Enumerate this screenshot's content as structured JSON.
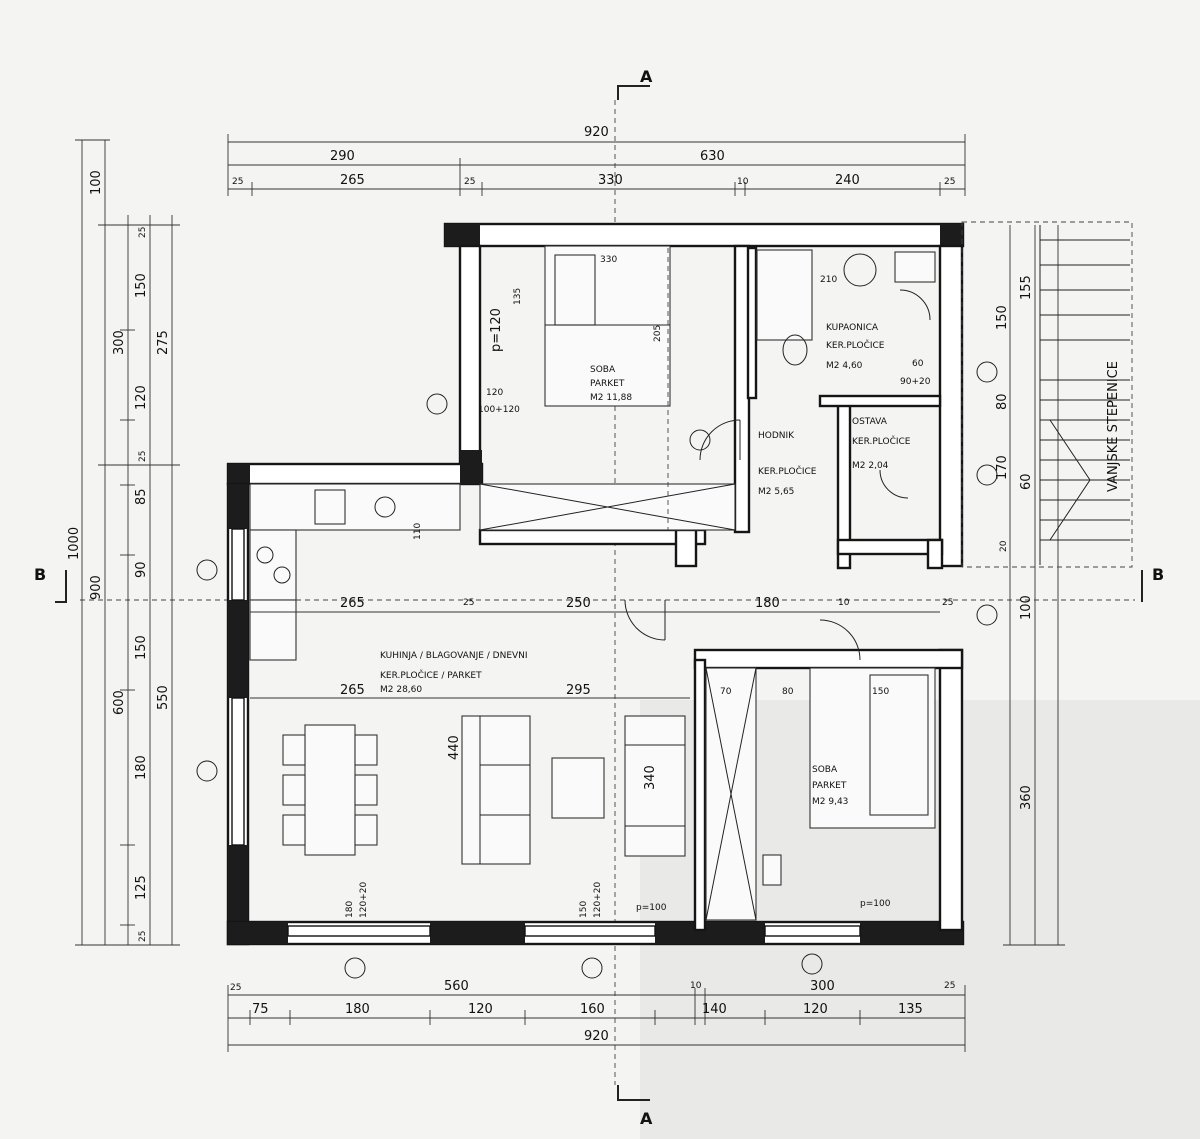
{
  "sections": {
    "a": "A",
    "b": "B"
  },
  "rooms": {
    "bedroom1": {
      "name": "SOBA",
      "floor": "PARKET",
      "area": "M2 11,88"
    },
    "bathroom": {
      "name": "KUPAONICA",
      "floor": "KER.PLOČICE",
      "area": "M2 4,60"
    },
    "storage": {
      "name": "OSTAVA",
      "floor": "KER.PLOČICE",
      "area": "M2 2,04"
    },
    "hall": {
      "name": "HODNIK",
      "floor": "KER.PLOČICE",
      "area": "M2 5,65"
    },
    "living": {
      "name": "KUHINJA / BLAGOVANJE / DNEVNI",
      "floor": "KER.PLOČICE / PARKET",
      "area": "M2 28,60"
    },
    "bedroom2": {
      "name": "SOBA",
      "floor": "PARKET",
      "area": "M2 9,43"
    }
  },
  "stairs_label": "VANJSKE STEPENICE",
  "dims": {
    "top_total": "920",
    "top_a": "290",
    "top_b": "630",
    "top_c1": "25",
    "top_c2": "265",
    "top_c3": "25",
    "top_c4": "330",
    "top_c5": "10",
    "top_c6": "240",
    "top_c7": "25",
    "bot_total": "920",
    "bot_a": "560",
    "bot_b": "10",
    "bot_c": "300",
    "bot_d": "25",
    "bot_e1": "25",
    "bot_e2": "75",
    "bot_e3": "180",
    "bot_e4": "120",
    "bot_e5": "160",
    "bot_e6": "140",
    "bot_e7": "120",
    "bot_e8": "135",
    "left_total": "1000",
    "left_a": "100",
    "left_b": "900",
    "left_c": "300",
    "left_d": "600",
    "left_e1": "25",
    "left_e2": "150",
    "left_e3": "120",
    "left_e4": "25",
    "left_e5": "85",
    "left_e6": "90",
    "left_e7": "150",
    "left_e8": "180",
    "left_e9": "125",
    "left_e10": "25",
    "left_f1": "275",
    "left_f2": "550",
    "mid_1": "265",
    "mid_2": "25",
    "mid_3": "250",
    "mid_4": "180",
    "mid_5": "10",
    "mid_6": "25",
    "mid_7": "265",
    "mid_8": "295",
    "mid_9": "440",
    "mid_10": "340",
    "r_1": "155",
    "r_2": "150",
    "r_3": "80",
    "r_4": "170",
    "r_5": "60",
    "r_6": "100",
    "r_7": "360",
    "r_8": "20"
  },
  "openings": {
    "o1": "p=120",
    "o2": "120",
    "o3": "100+120",
    "o4": "p=100",
    "o5": "p=100",
    "o6": "180",
    "o7": "120+20",
    "o8": "150",
    "o9": "120+20",
    "o10": "60",
    "o11": "90+20",
    "o12": "70",
    "o13": "80",
    "o14": "150",
    "o15": "110",
    "o16": "205",
    "o17": "135",
    "o18": "330",
    "o19": "210"
  }
}
